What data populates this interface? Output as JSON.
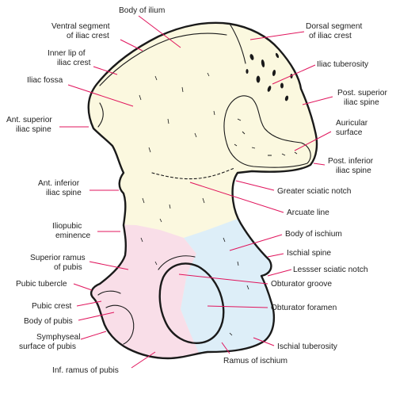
{
  "colors": {
    "ilium": "#FBF8DF",
    "pubis": "#F9DEE8",
    "ischium": "#DDEEF8",
    "leader": "#E0145C",
    "outline": "#1a1a1a"
  },
  "labels": {
    "body_of_ilium": "Body of ilium",
    "ventral_segment_1": "Ventral segment",
    "ventral_segment_2": "of iliac crest",
    "inner_lip_1": "Inner lip of",
    "inner_lip_2": "iliac crest",
    "iliac_fossa": "Iliac fossa",
    "ant_sup_spine_1": "Ant. superior",
    "ant_sup_spine_2": "iliac spine",
    "ant_inf_spine_1": "Ant. inferior",
    "ant_inf_spine_2": "iliac spine",
    "iliopubic_1": "Iliopubic",
    "iliopubic_2": "eminence",
    "sup_ramus_1": "Superior ramus",
    "sup_ramus_2": "of pubis",
    "pubic_tubercle": "Pubic tubercle",
    "pubic_crest": "Pubic crest",
    "body_of_pubis": "Body of pubis",
    "symphyseal_1": "Symphyseal",
    "symphyseal_2": "surface of pubis",
    "inf_ramus": "Inf. ramus of pubis",
    "dorsal_segment_1": "Dorsal segment",
    "dorsal_segment_2": "of iliac crest",
    "iliac_tuberosity": "Iliac tuberosity",
    "post_sup_spine_1": "Post. superior",
    "post_sup_spine_2": "iliac spine",
    "auricular_1": "Auricular",
    "auricular_2": "surface",
    "post_inf_spine_1": "Post. inferior",
    "post_inf_spine_2": "iliac spine",
    "greater_sciatic": "Greater sciatic notch",
    "arcuate_line": "Arcuate line",
    "body_of_ischium": "Body of ischium",
    "ischial_spine": "Ischial spine",
    "lesser_sciatic": "Lessser sciatic notch",
    "obturator_groove": "Obturator groove",
    "obturator_foramen": "Obturator foramen",
    "ischial_tuberosity": "Ischial tuberosity",
    "ramus_ischium": "Ramus of ischium"
  }
}
